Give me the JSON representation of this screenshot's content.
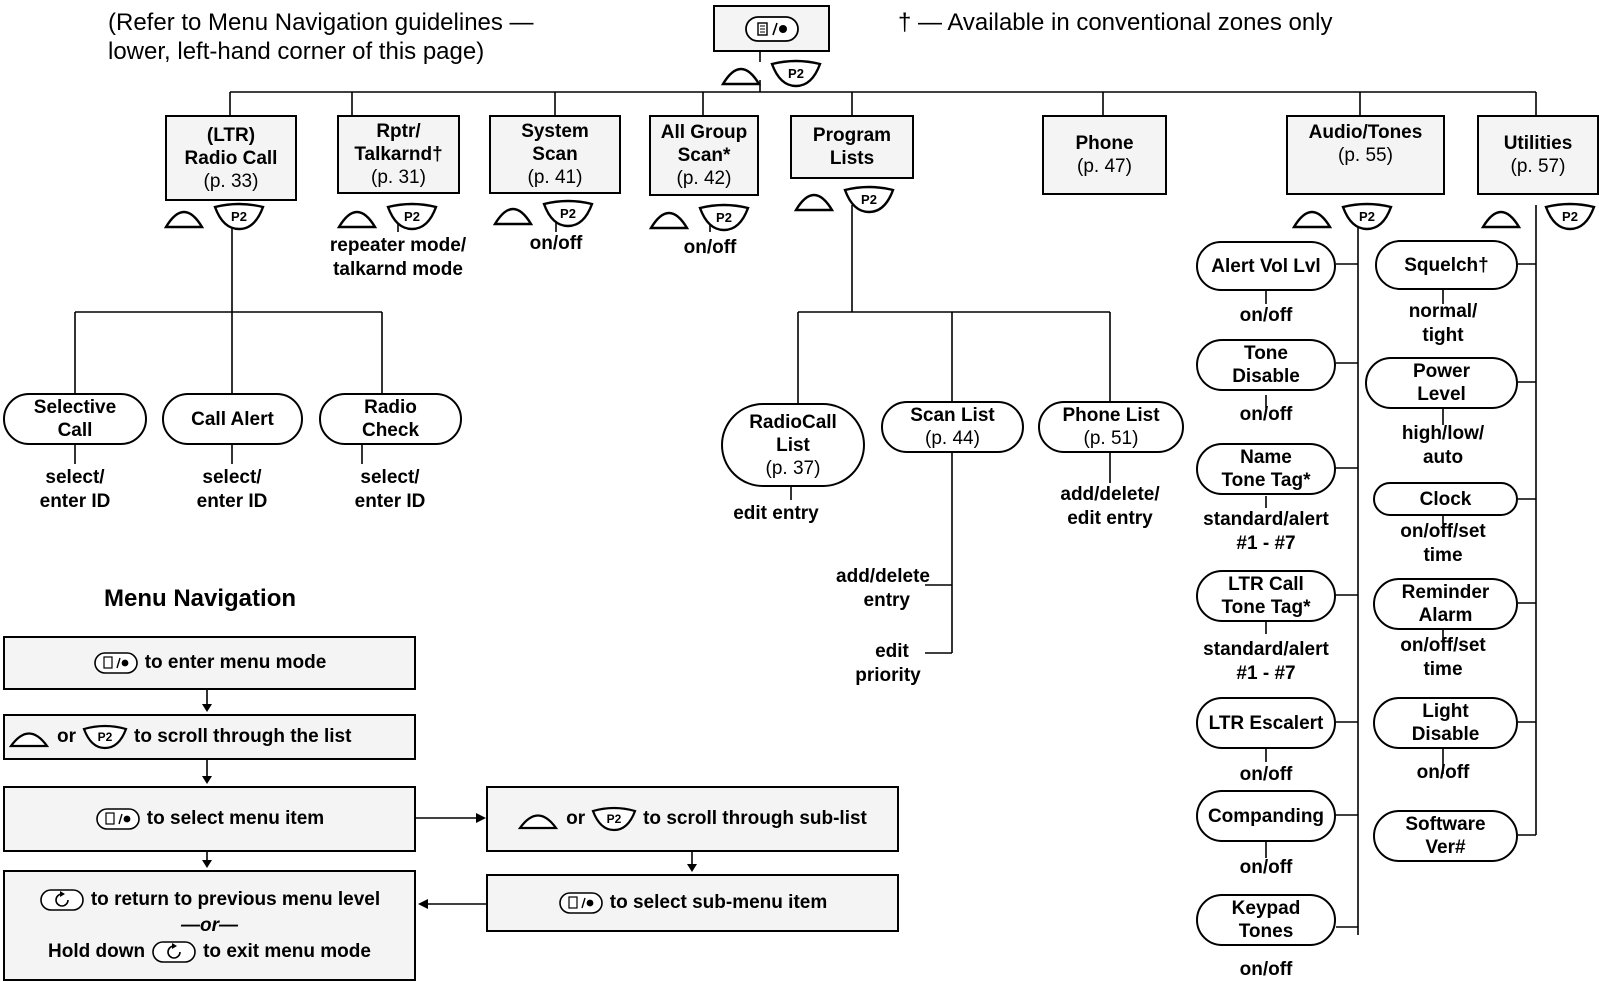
{
  "notes": {
    "refer_line1": "(Refer to Menu Navigation guidelines —",
    "refer_line2": "lower, left-hand corner of this page)",
    "dagger_note": "† — Available in conventional zones only"
  },
  "icons": {
    "menu_key": "menu-select-key-icon",
    "scroll_up": "scroll-up-key-icon",
    "p2": "P2",
    "home": "home-back-key-icon"
  },
  "top_menu": {
    "radio_call": {
      "title1": "(LTR)",
      "title2": "Radio Call",
      "page": "(p. 33)"
    },
    "rptr": {
      "title1": "Rptr/",
      "title2": "Talkarnd†",
      "page": "(p. 31)",
      "label1": "repeater mode/",
      "label2": "talkarnd mode"
    },
    "system_scan": {
      "title1": "System",
      "title2": "Scan",
      "page": "(p. 41)",
      "label": "on/off"
    },
    "all_group": {
      "title1": "All Group",
      "title2": "Scan*",
      "page": "(p. 42)",
      "label": "on/off"
    },
    "program_lists": {
      "title1": "Program",
      "title2": "Lists"
    },
    "phone": {
      "title": "Phone",
      "page": "(p. 47)"
    },
    "audio_tones": {
      "title": "Audio/Tones",
      "page": "(p. 55)"
    },
    "utilities": {
      "title": "Utilities",
      "page": "(p. 57)"
    }
  },
  "radio_call_sub": [
    {
      "l1": "Selective",
      "l2": "Call",
      "lab1": "select/",
      "lab2": "enter ID"
    },
    {
      "l1": "Call Alert",
      "l2": "",
      "lab1": "select/",
      "lab2": "enter ID"
    },
    {
      "l1": "Radio",
      "l2": "Check",
      "lab1": "select/",
      "lab2": "enter ID"
    }
  ],
  "program_sub": {
    "radiocall_list": {
      "l1": "RadioCall",
      "l2": "List",
      "page": "(p. 37)",
      "label": "edit entry"
    },
    "scan_list": {
      "l1": "Scan List",
      "page": "(p. 44)",
      "lab1a": "add/delete",
      "lab1b": "entry",
      "lab2a": "edit",
      "lab2b": "priority"
    },
    "phone_list": {
      "l1": "Phone List",
      "page": "(p. 51)",
      "lab1": "add/delete/",
      "lab2": "edit entry"
    }
  },
  "audio_sub": [
    {
      "l1": "Alert Vol Lvl",
      "l2": "",
      "lab1": "on/off",
      "lab2": ""
    },
    {
      "l1": "Tone",
      "l2": "Disable",
      "lab1": "on/off",
      "lab2": ""
    },
    {
      "l1": "Name",
      "l2": "Tone Tag*",
      "lab1": "standard/alert",
      "lab2": "#1 - #7"
    },
    {
      "l1": "LTR Call",
      "l2": "Tone Tag*",
      "lab1": "standard/alert",
      "lab2": "#1 - #7"
    },
    {
      "l1": "LTR Escalert",
      "l2": "",
      "lab1": "on/off",
      "lab2": ""
    },
    {
      "l1": "Companding",
      "l2": "",
      "lab1": "on/off",
      "lab2": ""
    },
    {
      "l1": "Keypad",
      "l2": "Tones",
      "lab1": "on/off",
      "lab2": ""
    }
  ],
  "utilities_sub": [
    {
      "l1": "Squelch†",
      "l2": "",
      "lab1": "normal/",
      "lab2": "tight"
    },
    {
      "l1": "Power",
      "l2": "Level",
      "lab1": "high/low/",
      "lab2": "auto"
    },
    {
      "l1": "Clock",
      "l2": "",
      "lab1": "on/off/set",
      "lab2": "time"
    },
    {
      "l1": "Reminder",
      "l2": "Alarm",
      "lab1": "on/off/set",
      "lab2": "time"
    },
    {
      "l1": "Light",
      "l2": "Disable",
      "lab1": "on/off",
      "lab2": ""
    },
    {
      "l1": "Software",
      "l2": "Ver#",
      "lab1": "",
      "lab2": ""
    }
  ],
  "navigation": {
    "title": "Menu Navigation",
    "enter": "to enter menu mode",
    "or": "or",
    "scroll": "to scroll through the list",
    "select": "to select menu item",
    "scroll_sub": "to scroll through sub-list",
    "select_sub": "to select sub-menu item",
    "return": "to return to previous menu level",
    "or_sep": "—or—",
    "hold": "Hold down",
    "exit": "to exit menu mode"
  }
}
